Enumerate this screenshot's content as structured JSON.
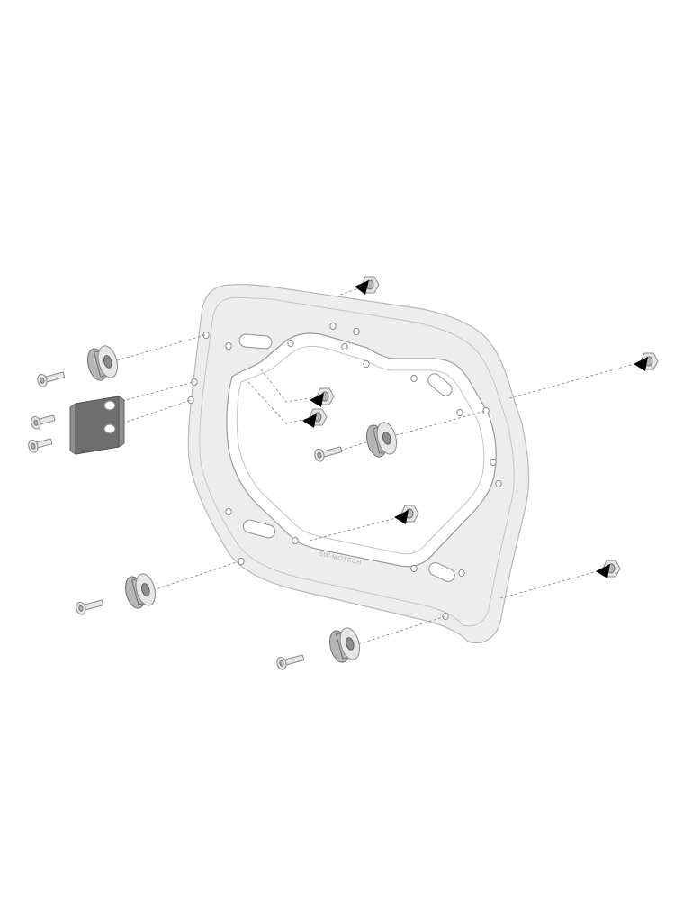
{
  "diagram": {
    "frame_brand_text": "SW-MOTECH",
    "colors": {
      "frame_fill": "#ededed",
      "frame_stroke": "#b8b8b8",
      "hardware_fill": "#b6b6b6",
      "arrow": "#000000"
    },
    "parts": [
      "side-carrier-frame",
      "spacer-roller",
      "hex-bolt",
      "lock-nut",
      "adapter-bracket",
      "pointer-arrow"
    ]
  }
}
